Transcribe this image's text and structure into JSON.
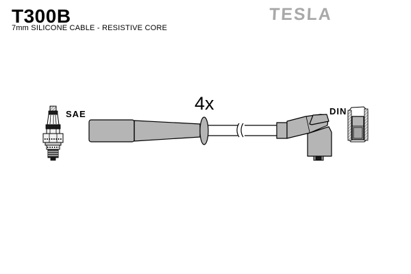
{
  "header": {
    "part_number": "T300B",
    "subtitle": "7mm SILICONE CABLE - RESISTIVE CORE"
  },
  "brand": {
    "name": "TESLA"
  },
  "diagram": {
    "quantity_label": "4x",
    "plug_standard_label": "SAE",
    "connector_standard_label": "DIN"
  },
  "colors": {
    "background": "#ffffff",
    "outline": "#000000",
    "component_fill": "#b5b5b5",
    "brand_gray": "#a9a9a9"
  }
}
